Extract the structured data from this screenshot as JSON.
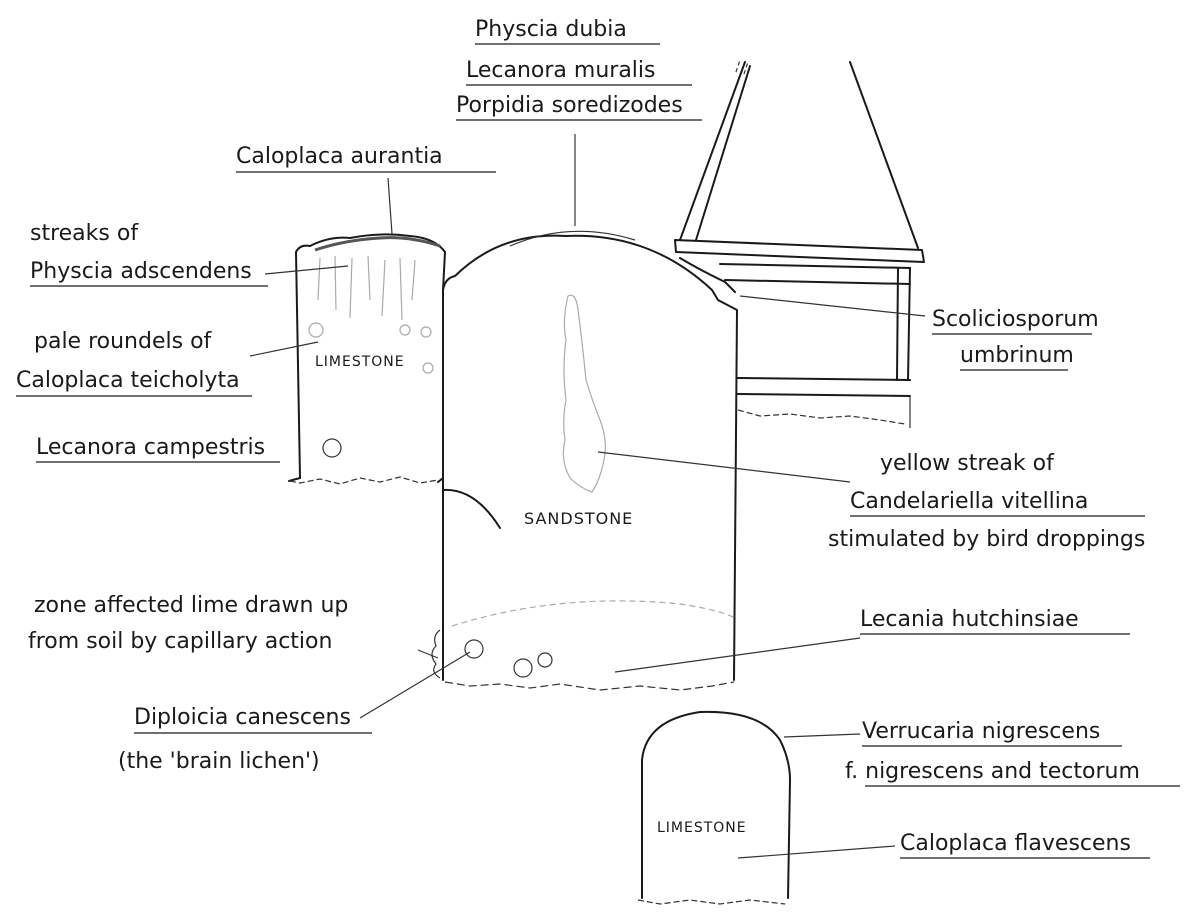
{
  "stones": {
    "limestone_left": "LIMESTONE",
    "sandstone": "SANDSTONE",
    "limestone_bottom": "LIMESTONE"
  },
  "labels": {
    "physcia_dubia": "Physcia dubia",
    "lecanora_muralis": "Lecanora muralis",
    "porpidia": "Porpidia soredizodes",
    "caloplaca_aurantia": "Caloplaca aurantia",
    "streaks_of": "streaks of",
    "physcia_adscendens": "Physcia adscendens",
    "pale_roundels": "pale roundels of",
    "caloplaca_teicholyta": "Caloplaca teicholyta",
    "lecanora_campestris": "Lecanora campestris",
    "scoliciosporum": "Scoliciosporum",
    "umbrinum": "umbrinum",
    "yellow_streak": "yellow streak of",
    "candelariella": "Candelariella vitellina",
    "stimulated": "stimulated by bird droppings",
    "zone_affected": "zone affected lime drawn up",
    "from_soil": "from soil by capillary action",
    "lecania": "Lecania hutchinsiae",
    "diploicia": "Diploicia canescens",
    "brain_lichen": "(the 'brain lichen')",
    "verrucaria": "Verrucaria nigrescens",
    "nigrescens_tectorum": "f. nigrescens and tectorum",
    "caloplaca_flavescens": "Caloplaca flavescens"
  }
}
